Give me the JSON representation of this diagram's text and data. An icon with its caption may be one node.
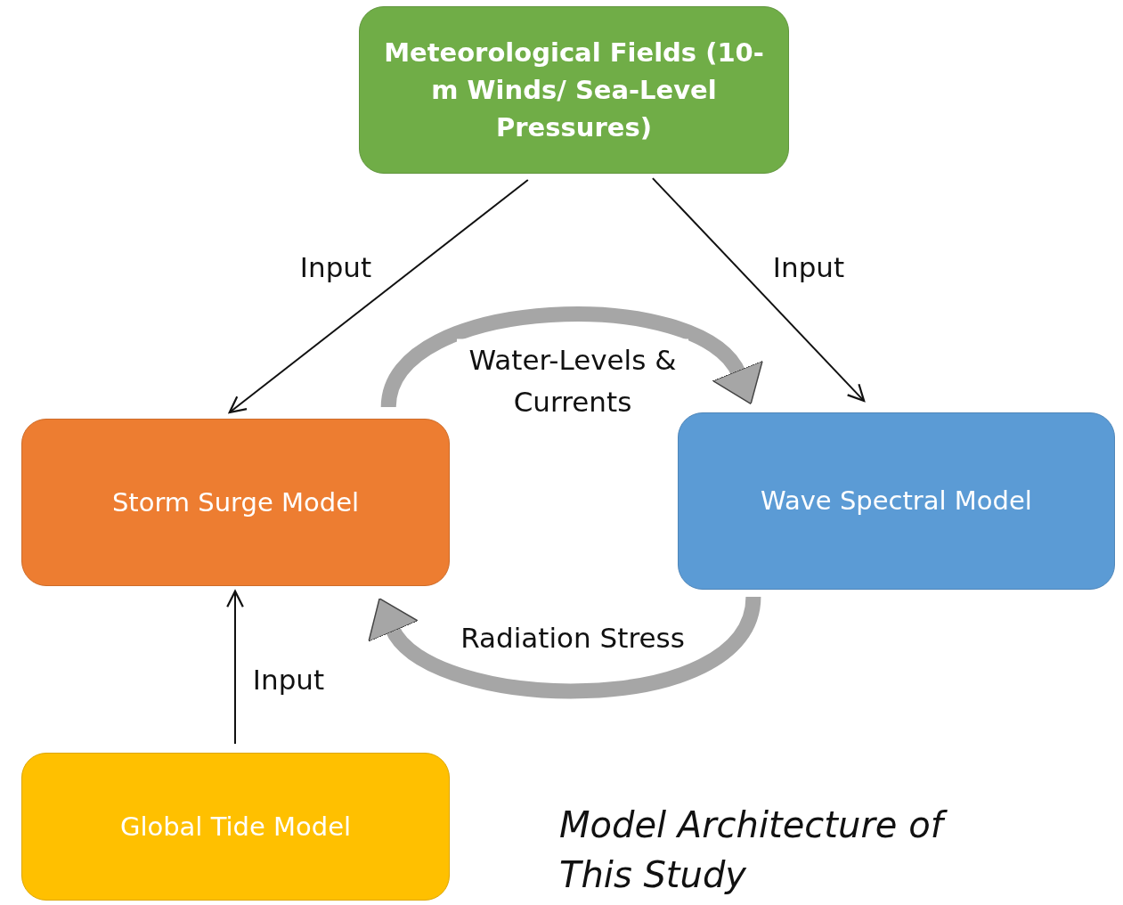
{
  "diagram": {
    "caption": "Model Architecture of This Study",
    "nodes": [
      {
        "text": [
          "Meteorological Fields (10-m Winds/ Sea-Level Pressures)"
        ]
      },
      {
        "text": [
          "Storm Surge Model"
        ]
      },
      {
        "text": [
          "Wave Spectral Model"
        ]
      },
      {
        "text": [
          "Global Tide Model"
        ]
      }
    ],
    "edges": [
      {
        "from": 0,
        "to": 1,
        "arrow": "to",
        "label": "Input"
      },
      {
        "from": 0,
        "to": 2,
        "arrow": "to",
        "label": "Input"
      },
      {
        "from": 1,
        "to": 2,
        "arrow": "to",
        "label": "Water-Levels & Currents",
        "style": "thick",
        "color": "#a6a6a6"
      },
      {
        "from": 2,
        "to": 1,
        "arrow": "to",
        "label": "Radiation Stress",
        "style": "thick",
        "color": "#a6a6a6"
      },
      {
        "from": 3,
        "to": 1,
        "arrow": "to",
        "label": "Input"
      }
    ]
  }
}
